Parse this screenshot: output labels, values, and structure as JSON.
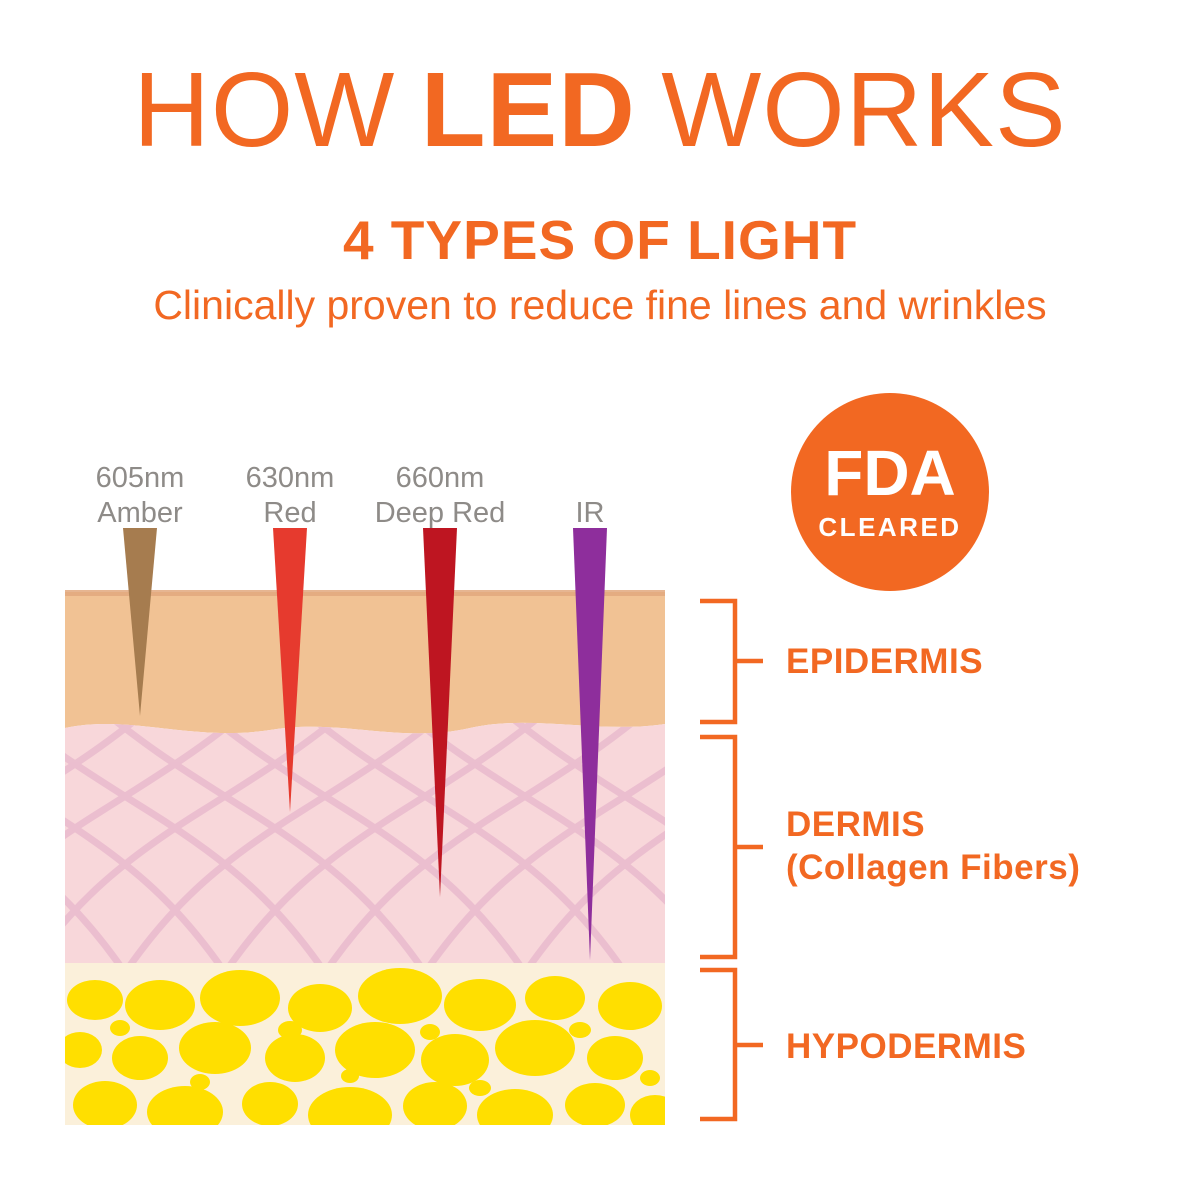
{
  "accent_color": "#F26822",
  "header": {
    "title_word1": "HOW",
    "title_word2": "LED",
    "title_word3": "WORKS",
    "subtitle": "4 TYPES OF LIGHT",
    "tagline": "Clinically proven to reduce fine lines and wrinkles"
  },
  "badge": {
    "line1": "FDA",
    "line2": "CLEARED",
    "bg_color": "#F26822"
  },
  "lights": [
    {
      "wavelength": "605nm",
      "name": "Amber",
      "color": "#A67C4F"
    },
    {
      "wavelength": "630nm",
      "name": "Red",
      "color": "#E63A2E"
    },
    {
      "wavelength": "660nm",
      "name": "Deep Red",
      "color": "#BE1521"
    },
    {
      "wavelength": "",
      "name": "IR",
      "color": "#8E2E9C"
    }
  ],
  "light_label_color": "#8E8B88",
  "layers": [
    {
      "label": "EPIDERMIS",
      "sublabel": "",
      "color": "#F1C294"
    },
    {
      "label": "DERMIS",
      "sublabel": "(Collagen Fibers)",
      "color": "#F8D7DA",
      "fiber_color": "#E3AFC8"
    },
    {
      "label": "HYPODERMIS",
      "sublabel": "",
      "color": "#FBF0DA",
      "cell_color": "#FFDF00"
    }
  ]
}
